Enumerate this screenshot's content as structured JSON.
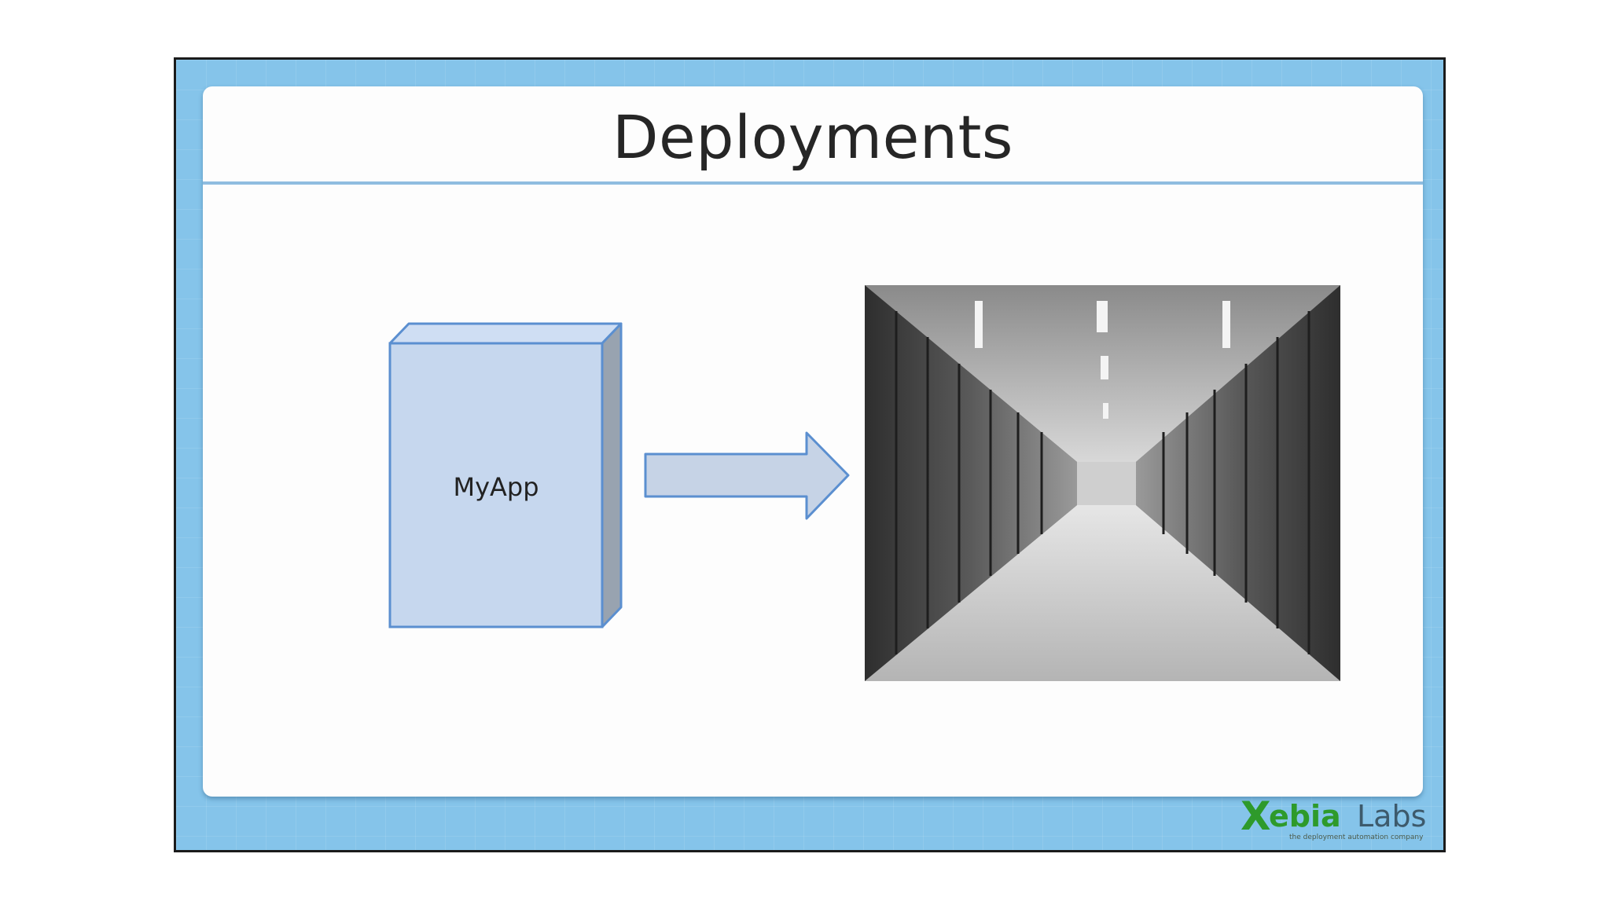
{
  "slide": {
    "title": "Deployments",
    "diagram": {
      "app_box_label": "MyApp",
      "arrow_direction": "right",
      "target_image": "server-room-corridor-photo"
    },
    "logo": {
      "mark": "X",
      "brand_green": "ebia",
      "brand_gray": "Labs",
      "tagline": "the deployment automation company"
    },
    "colors": {
      "frame": "#85c4ea",
      "box_fill": "#c6d7ee",
      "box_stroke": "#5b8fd0",
      "logo_green": "#2e9a2b"
    }
  }
}
